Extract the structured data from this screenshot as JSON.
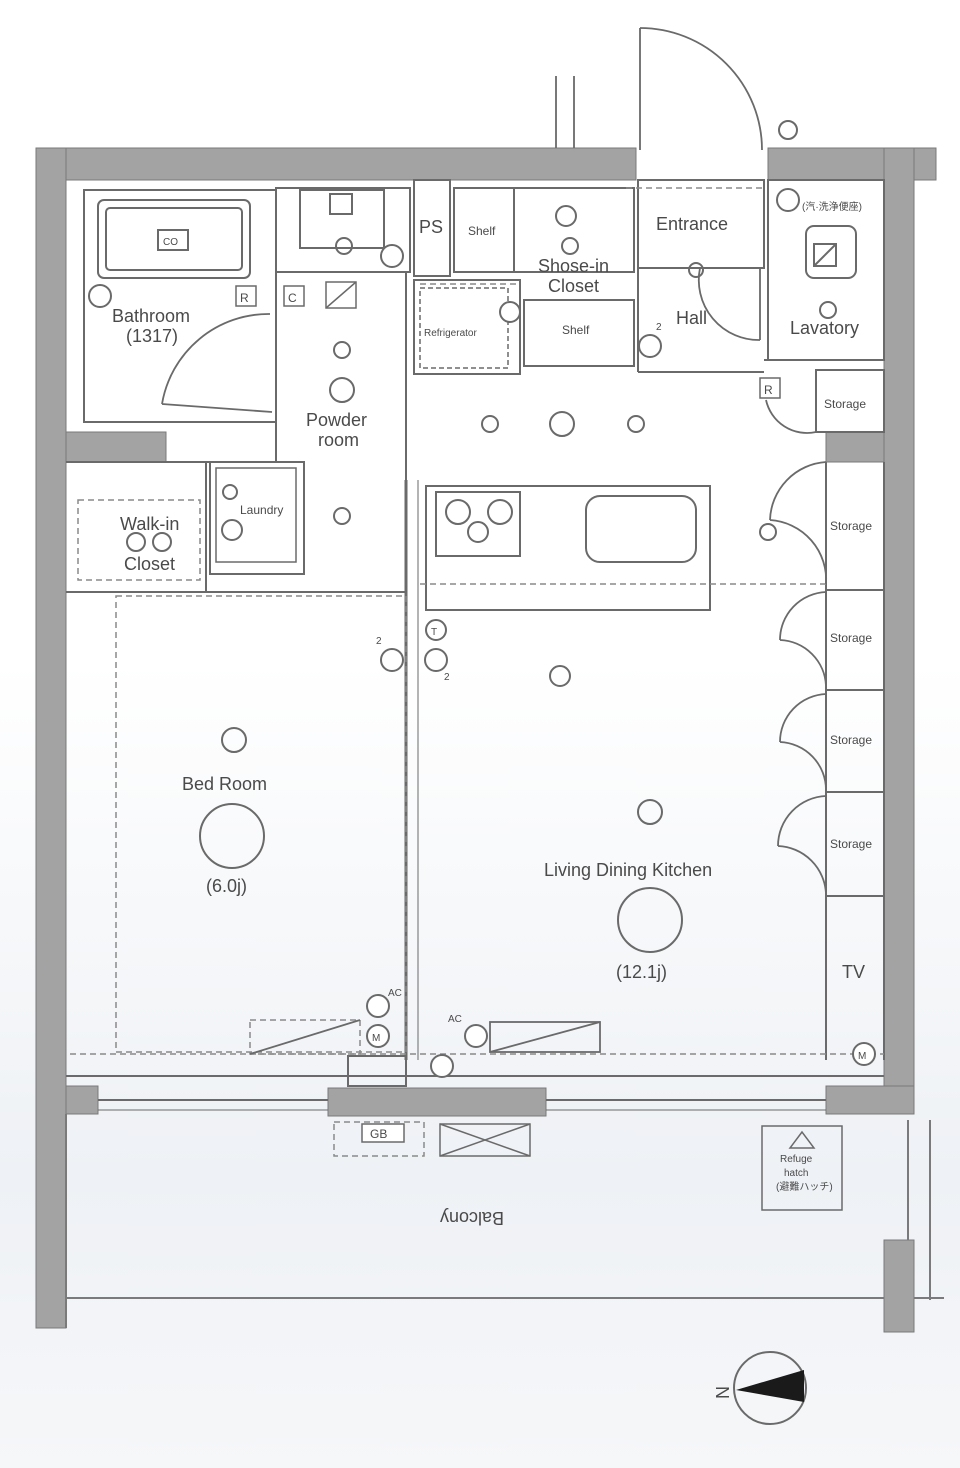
{
  "rooms": {
    "bathroom": {
      "label": "Bathroom",
      "size": "(1317)"
    },
    "powder_room": {
      "line1": "Powder",
      "line2": "room"
    },
    "ps": "PS",
    "shoe_closet": {
      "line1": "Shose-in",
      "line2": "Closet"
    },
    "entrance": "Entrance",
    "hall": "Hall",
    "lavatory": "Lavatory",
    "walkin_closet": {
      "line1": "Walk-in",
      "line2": "Closet"
    },
    "laundry": "Laundry",
    "bedroom": {
      "label": "Bed Room",
      "size": "(6.0j)"
    },
    "ldk": {
      "label": "Living Dining Kitchen",
      "size": "(12.1j)"
    },
    "balcony": "Balcony",
    "tv": "TV"
  },
  "fixtures": {
    "shelf": "Shelf",
    "refrigerator": "Refrigerator",
    "storage": "Storage",
    "refuge_hatch": {
      "line1": "Refuge",
      "line2": "hatch",
      "line3": "(避難ハッチ)"
    },
    "lav_sign": "(汽·洗浄便座)",
    "code_co": "CO",
    "code_r": "R",
    "code_c": "C",
    "code_gb": "GB",
    "code_t": "T",
    "code_m": "M",
    "code_ac": "AC",
    "code_2": "2"
  },
  "compass": "N",
  "colors": {
    "wall": "#a3a3a3",
    "line": "#6a6a6a",
    "dash": "#8a8a8a"
  }
}
